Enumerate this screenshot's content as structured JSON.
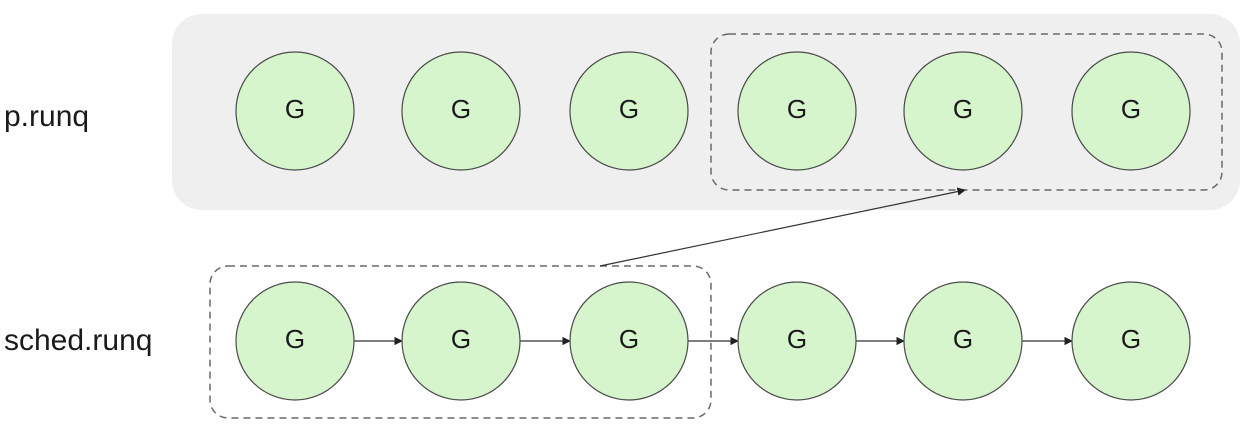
{
  "labels": {
    "p_runq": "p.runq",
    "sched_runq": "sched.runq"
  },
  "p_runq": {
    "nodes": [
      "G",
      "G",
      "G",
      "G",
      "G",
      "G"
    ],
    "dashed_group": [
      3,
      4,
      5
    ]
  },
  "sched_runq": {
    "nodes": [
      "G",
      "G",
      "G",
      "G",
      "G",
      "G"
    ],
    "dashed_group": [
      0,
      1,
      2
    ],
    "linked": true
  },
  "transfer": {
    "from": "sched_runq.dashed_group",
    "to": "p_runq.dashed_group"
  },
  "colors": {
    "node_fill": "#d6f5cc",
    "node_stroke": "#4a4a4a",
    "panel_fill": "#efefef",
    "dash_stroke": "#6a6a6a"
  }
}
